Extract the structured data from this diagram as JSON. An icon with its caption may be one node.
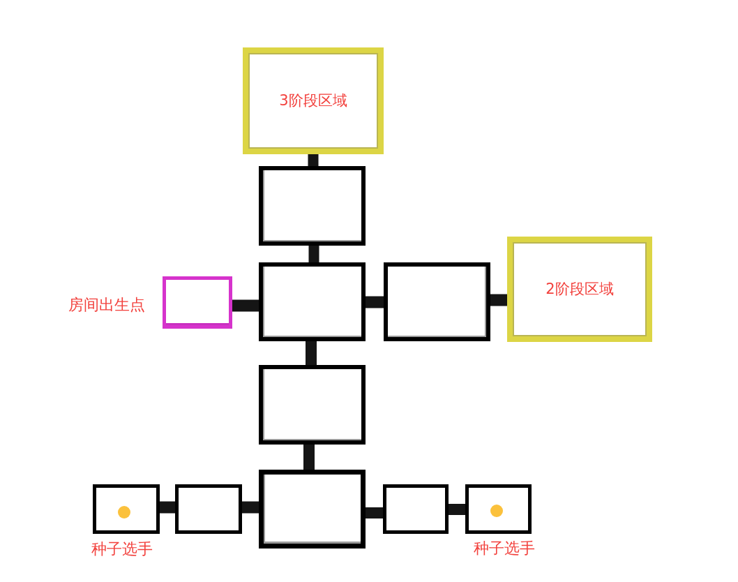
{
  "diagram": {
    "nodes": [
      {
        "text": [
          "3阶段区域"
        ]
      },
      {
        "text": [],
        "shape": "box"
      },
      {
        "text": [],
        "shape": "box",
        "beside": [
          "房间出生点"
        ]
      },
      {
        "text": [],
        "shape": "box"
      },
      {
        "text": [],
        "shape": "box"
      },
      {
        "text": [
          "2阶段区域"
        ]
      },
      {
        "text": [],
        "shape": "box"
      },
      {
        "text": [],
        "shape": "box",
        "beside": [
          "种子选手"
        ]
      },
      {
        "text": [],
        "shape": "circle",
        "in": 7
      },
      {
        "text": [],
        "shape": "box"
      },
      {
        "text": [],
        "shape": "box"
      },
      {
        "text": [],
        "shape": "box"
      },
      {
        "text": [],
        "shape": "box",
        "beside": [
          "种子选手"
        ]
      },
      {
        "text": [],
        "shape": "circle",
        "in": 12
      }
    ],
    "edges": [
      {
        "from": 0,
        "to": 1,
        "arrow": "none"
      },
      {
        "from": 1,
        "to": 3,
        "arrow": "none"
      },
      {
        "from": 2,
        "to": 3,
        "arrow": "none"
      },
      {
        "from": 3,
        "to": 4,
        "arrow": "none"
      },
      {
        "from": 4,
        "to": 5,
        "arrow": "none"
      },
      {
        "from": 3,
        "to": 6,
        "arrow": "none"
      },
      {
        "from": 6,
        "to": 10,
        "arrow": "none"
      },
      {
        "from": 7,
        "to": 9,
        "arrow": "none"
      },
      {
        "from": 9,
        "to": 10,
        "arrow": "none"
      },
      {
        "from": 10,
        "to": 11,
        "arrow": "none"
      },
      {
        "from": 11,
        "to": 12,
        "arrow": "none"
      }
    ]
  }
}
